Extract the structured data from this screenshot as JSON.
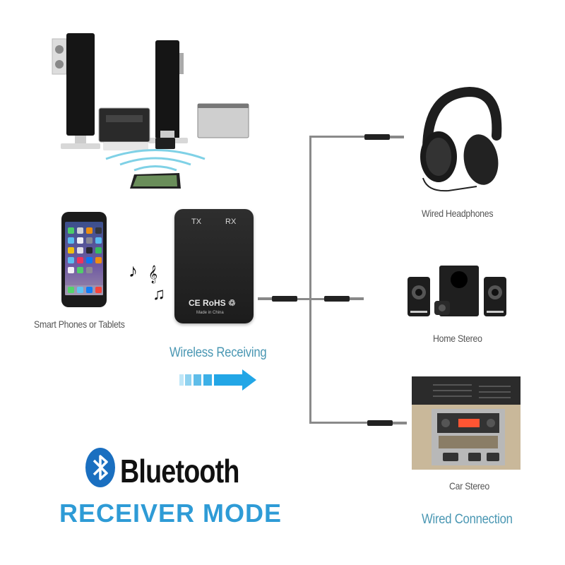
{
  "receiver": {
    "port_left": "TX",
    "port_right": "RX",
    "cert_text": "CE RoHS ♲",
    "made_in": "Made in China"
  },
  "labels": {
    "phones": "Smart Phones or Tablets",
    "receiving": "Wireless Receiving",
    "headphones": "Wired Headphones",
    "home_stereo": "Home Stereo",
    "car_stereo": "Car Stereo",
    "wired_connection": "Wired Connection"
  },
  "brand": {
    "title": "Bluetooth",
    "mode": "RECEIVER MODE",
    "icon": "bluetooth-icon",
    "color": "#1a6fc0",
    "mode_color": "#2e9bd6"
  },
  "music_notes": [
    "♪",
    "𝄞",
    "♫"
  ],
  "colors": {
    "accent": "#22a6e6",
    "teal_text": "#4a97b3",
    "label_gray": "#555555",
    "cable": "#8a8a8a"
  }
}
